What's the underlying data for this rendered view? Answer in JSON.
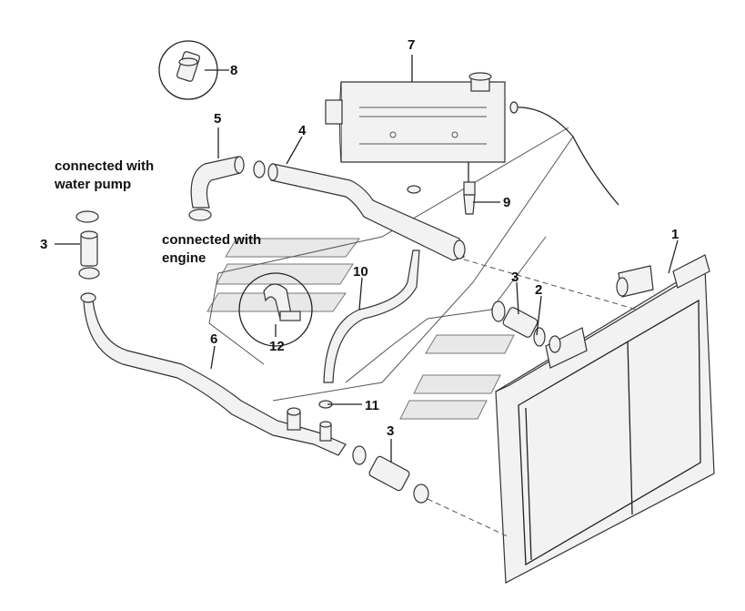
{
  "diagram": {
    "notes": {
      "water_pump_line1": "connected with",
      "water_pump_line2": "water pump",
      "engine_line1": "connected with",
      "engine_line2": "engine"
    },
    "callouts": {
      "c1": "1",
      "c2": "2",
      "c3a": "3",
      "c3b": "3",
      "c3c": "3",
      "c4": "4",
      "c5": "5",
      "c6": "6",
      "c7": "7",
      "c8": "8",
      "c9": "9",
      "c10": "10",
      "c11": "11",
      "c12": "12"
    },
    "colors": {
      "line": "#222222",
      "fill": "#f2f2f2",
      "background": "#ffffff"
    }
  }
}
